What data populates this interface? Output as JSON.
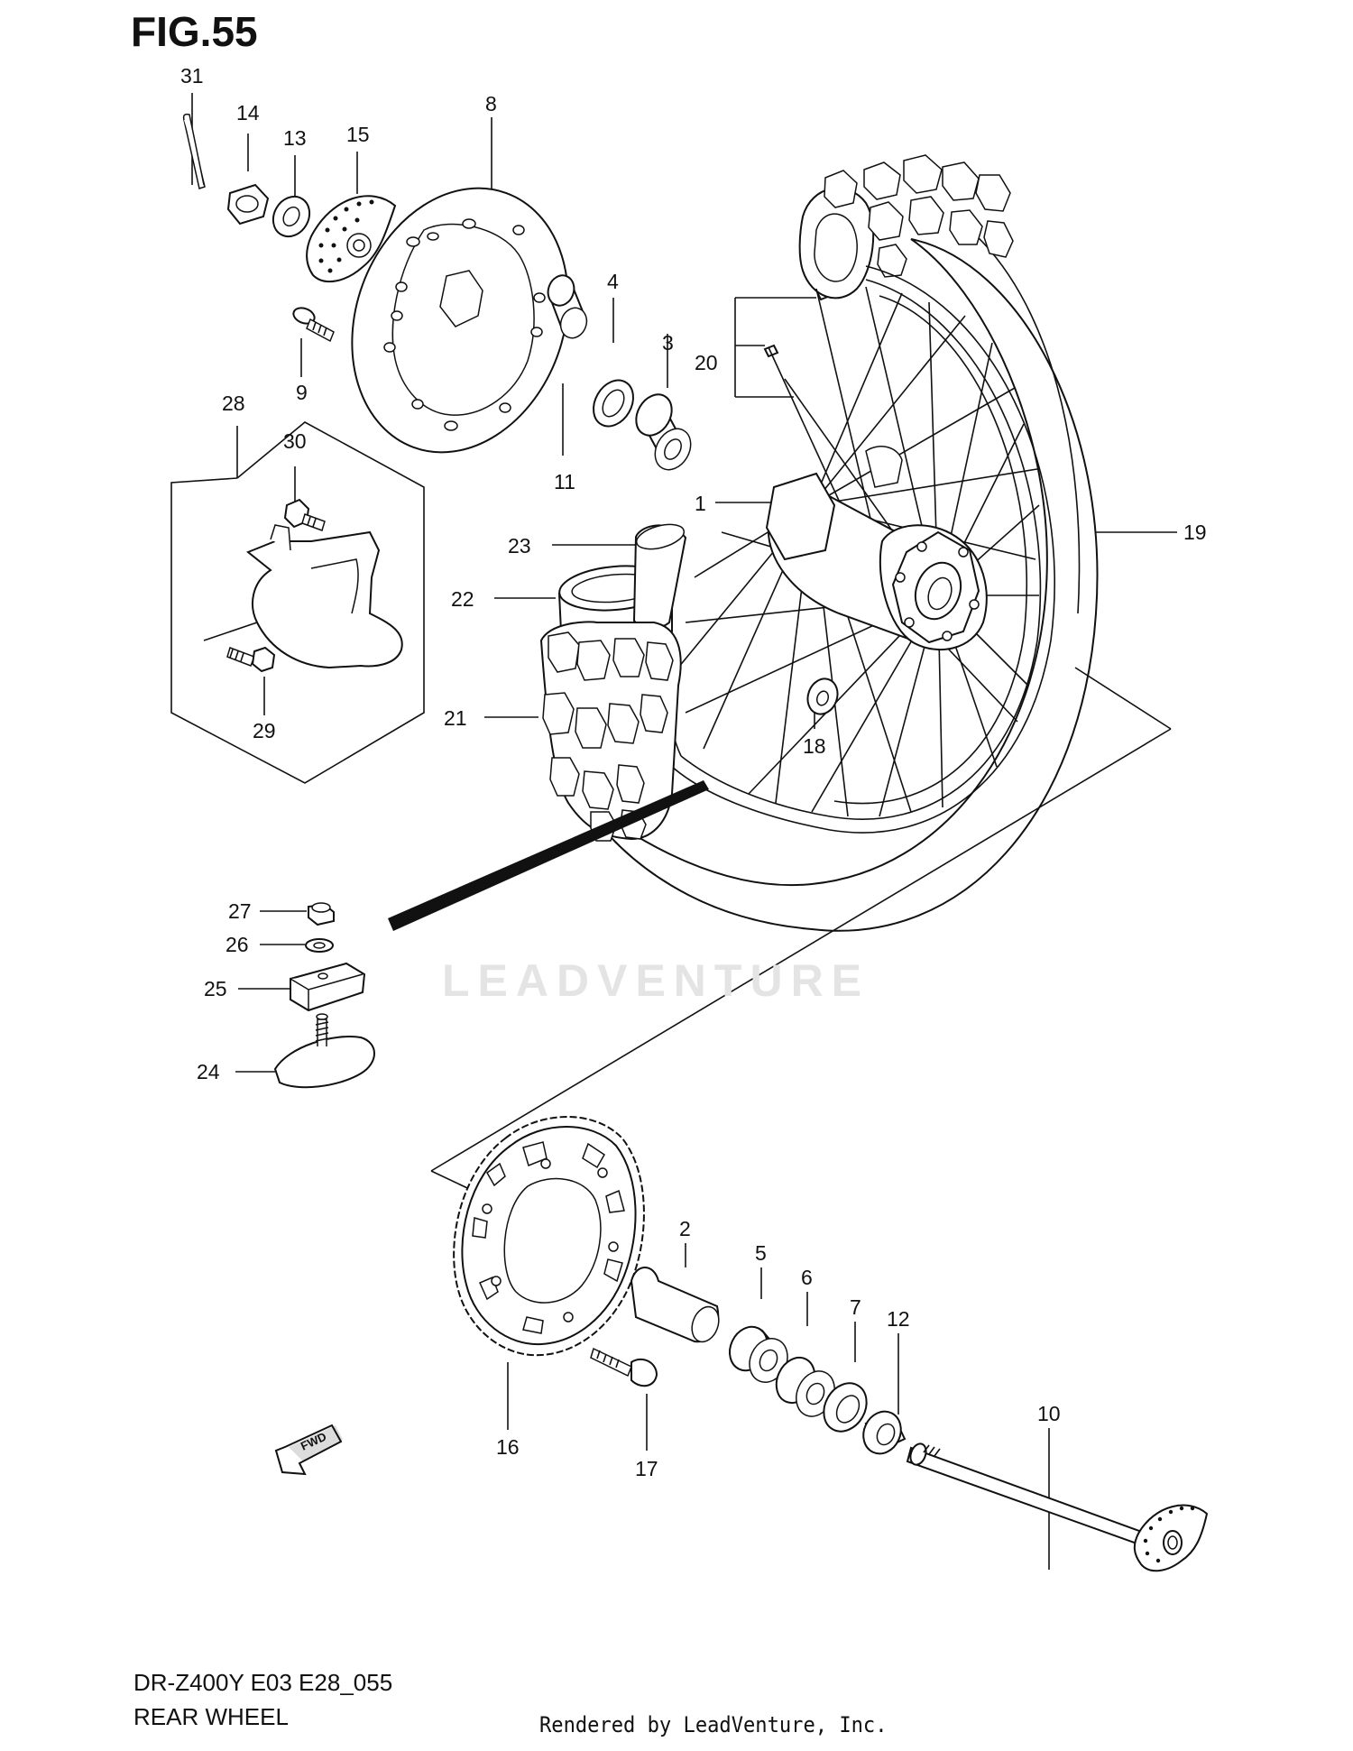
{
  "figure": {
    "title": "FIG.55",
    "model": "DR-Z400Y  E03 E28_055",
    "section": "REAR WHEEL",
    "credit": "Rendered by LeadVenture, Inc.",
    "watermark": "LEADVENTURE"
  },
  "callouts": [
    "1",
    "2",
    "3",
    "4",
    "5",
    "6",
    "7",
    "8",
    "9",
    "10",
    "11",
    "12",
    "13",
    "14",
    "15",
    "16",
    "17",
    "18",
    "19",
    "20",
    "21",
    "22",
    "23",
    "24",
    "25",
    "26",
    "27",
    "28",
    "29",
    "30",
    "31"
  ],
  "arrow_label": "FWD",
  "colors": {
    "line": "#111111",
    "watermark": "#e4e4e4",
    "background": "#ffffff"
  }
}
